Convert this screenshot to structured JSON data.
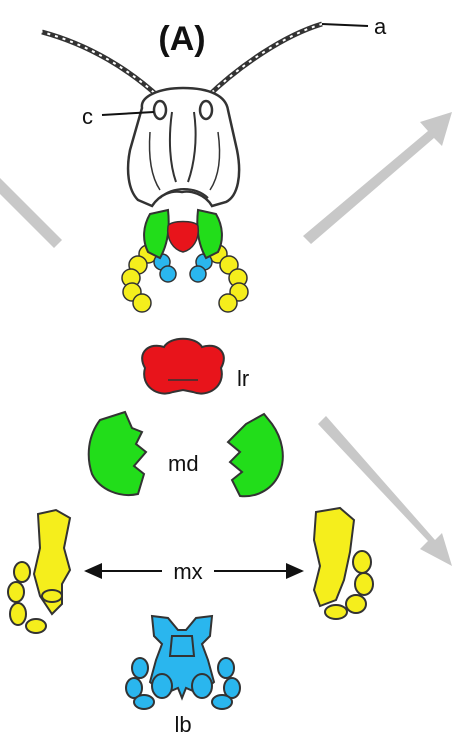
{
  "panel_label": "(A)",
  "labels": {
    "antenna": "a",
    "compound_eye": "c",
    "labrum": "lr",
    "mandible": "md",
    "maxilla": "mx",
    "labium": "lb"
  },
  "colors": {
    "labrum": "#e8141b",
    "mandible": "#22dd1a",
    "maxilla": "#f5ee1c",
    "labium": "#2ab6ee",
    "outline": "#333333",
    "arrow": "#c8c8c8"
  }
}
